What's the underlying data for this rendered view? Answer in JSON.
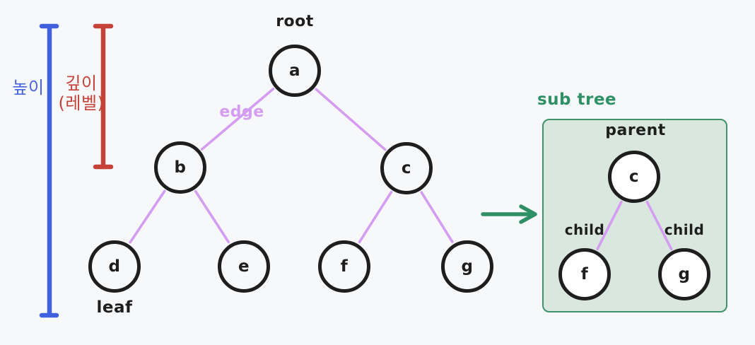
{
  "legend": {
    "height_label": "높이",
    "depth_label_line1": "깊이",
    "depth_label_line2": "(레벨)"
  },
  "tree": {
    "root_label": "root",
    "edge_label": "edge",
    "leaf_label": "leaf",
    "nodes": [
      {
        "id": "a",
        "label": "a"
      },
      {
        "id": "b",
        "label": "b"
      },
      {
        "id": "c",
        "label": "c"
      },
      {
        "id": "d",
        "label": "d"
      },
      {
        "id": "e",
        "label": "e"
      },
      {
        "id": "f",
        "label": "f"
      },
      {
        "id": "g",
        "label": "g"
      }
    ],
    "edges": [
      [
        "a",
        "b"
      ],
      [
        "a",
        "c"
      ],
      [
        "b",
        "d"
      ],
      [
        "b",
        "e"
      ],
      [
        "c",
        "f"
      ],
      [
        "c",
        "g"
      ]
    ]
  },
  "subtree": {
    "title": "sub tree",
    "parent_label": "parent",
    "child_labels": [
      "child",
      "child"
    ],
    "nodes": [
      {
        "id": "c",
        "label": "c"
      },
      {
        "id": "f",
        "label": "f"
      },
      {
        "id": "g",
        "label": "g"
      }
    ],
    "edges": [
      [
        "c",
        "f"
      ],
      [
        "c",
        "g"
      ]
    ]
  },
  "colors": {
    "background": "#f7f8fa",
    "node_stroke": "#1e1e1e",
    "edge_purple": "#d49df2",
    "height_line_blue": "#4160df",
    "depth_line_red": "#c64137",
    "subtree_green": "#2f9065",
    "subtree_box_fill": "#d9e7df",
    "subtree_box_border": "#3f9269"
  }
}
